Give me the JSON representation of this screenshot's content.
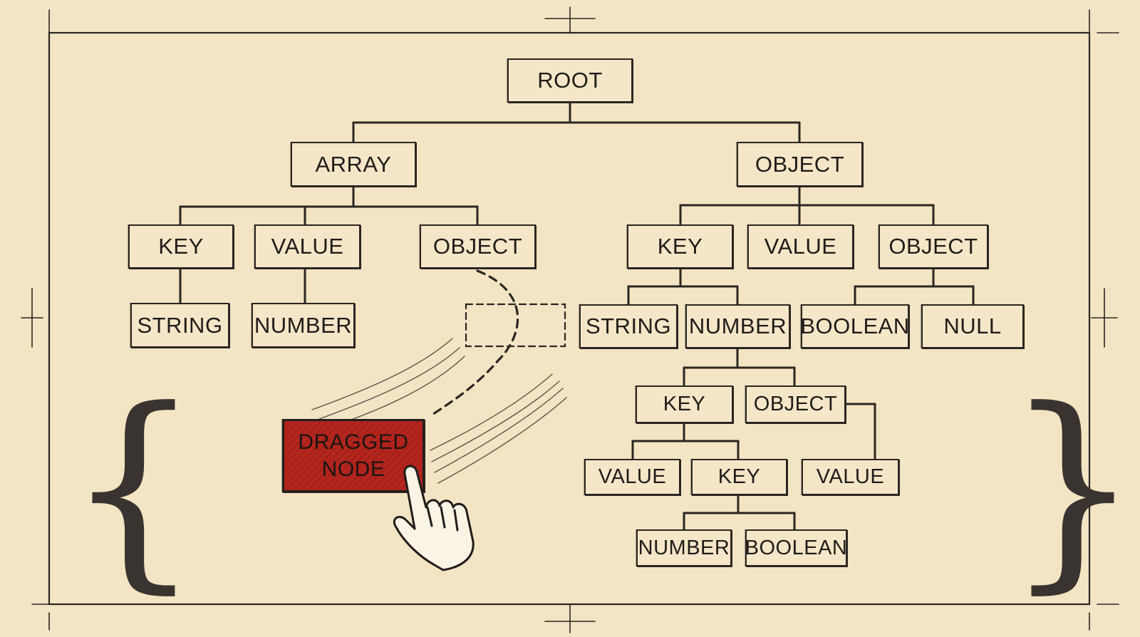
{
  "colors": {
    "paper": "#f3e4c3",
    "ink": "#2a2622",
    "dragged_fill": "#b4251d"
  },
  "nodes": {
    "root": "ROOT",
    "array": "ARRAY",
    "object_main": "OBJECT",
    "array_key": "KEY",
    "array_value": "VALUE",
    "array_object": "OBJECT",
    "array_string": "STRING",
    "array_number": "NUMBER",
    "obj_key": "KEY",
    "obj_value": "VALUE",
    "obj_object": "OBJECT",
    "obj_string": "STRING",
    "obj_number": "NUMBER",
    "obj_boolean": "BOOLEAN",
    "obj_null": "NULL",
    "num_key": "KEY",
    "num_object": "OBJECT",
    "key_value": "VALUE",
    "key_key": "KEY",
    "object_value": "VALUE",
    "leaf_number": "NUMBER",
    "leaf_boolean": "BOOLEAN"
  },
  "dragged": {
    "line1": "DRAGGED",
    "line2": "NODE"
  },
  "icons": {
    "hand": "pointing-hand-icon",
    "left_brace": "left-curly-brace",
    "right_brace": "right-curly-brace"
  },
  "braces": {
    "left": "{",
    "right": "}"
  }
}
